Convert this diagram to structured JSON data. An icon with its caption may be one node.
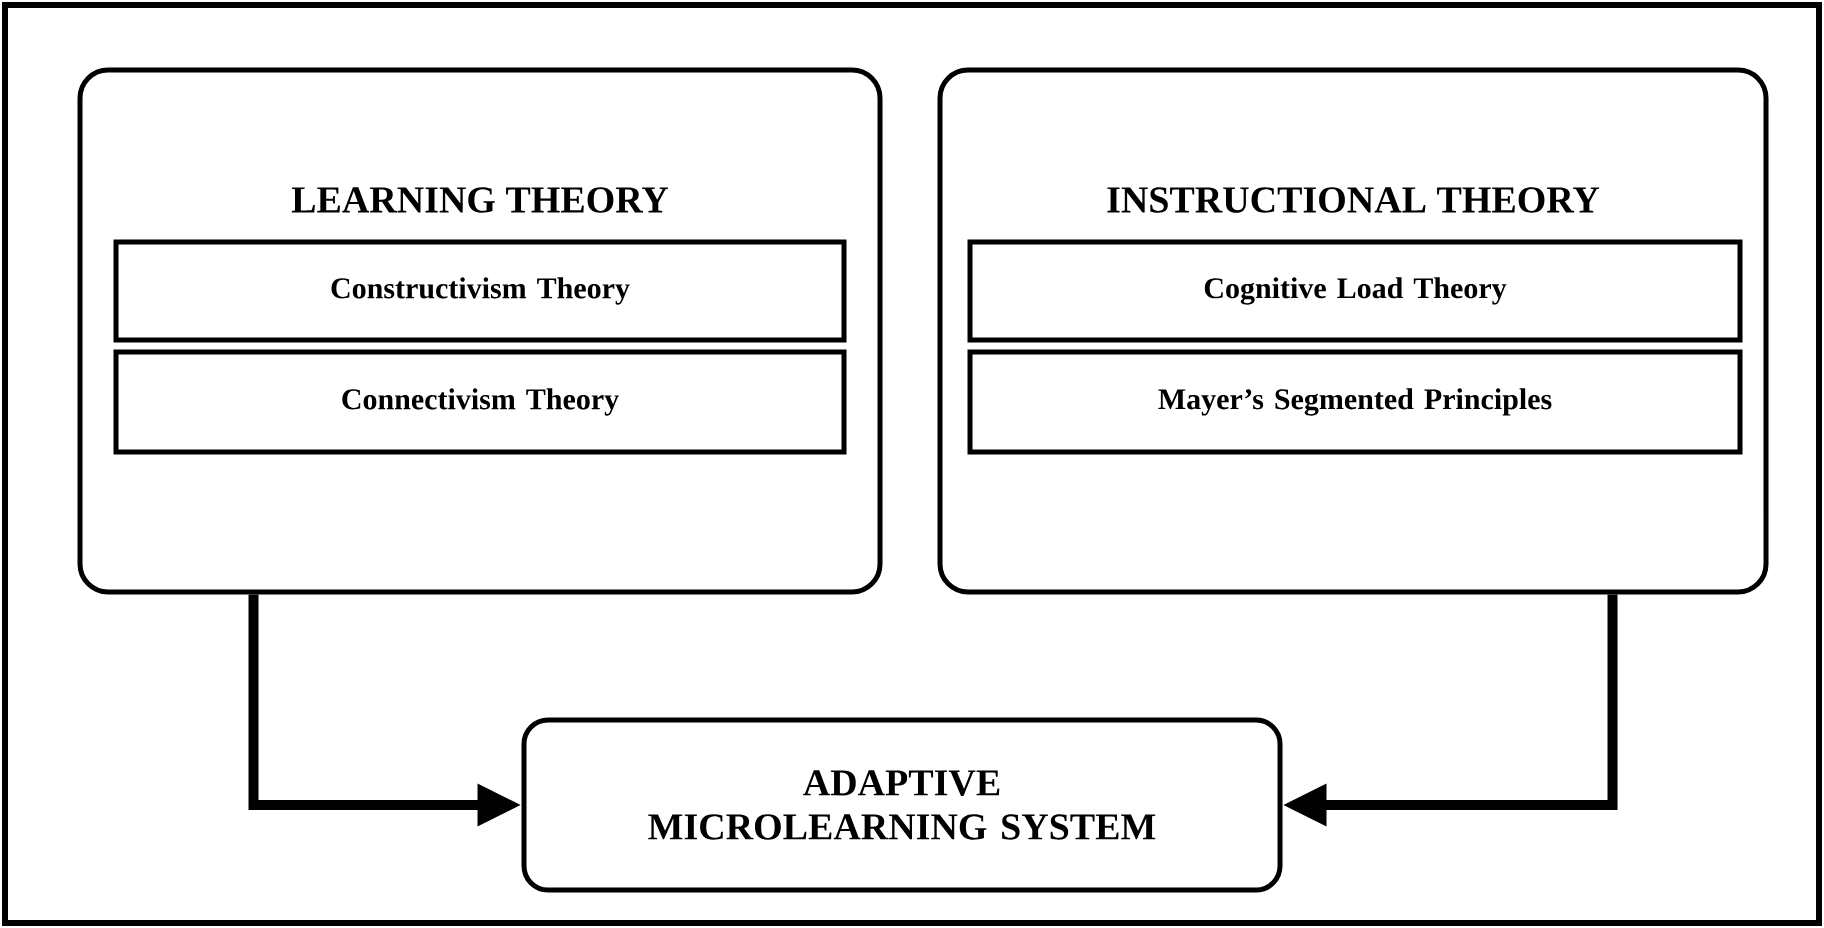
{
  "diagram": {
    "nodes": [
      {
        "text": [
          "LEARNING THEORY"
        ]
      },
      {
        "text": [
          "Constructivism Theory"
        ],
        "in": 0
      },
      {
        "text": [
          "Connectivism Theory"
        ],
        "in": 0
      },
      {
        "text": [
          "INSTRUCTIONAL THEORY"
        ]
      },
      {
        "text": [
          "Cognitive Load Theory"
        ],
        "in": 3
      },
      {
        "text": [
          "Mayer’s Segmented Principles"
        ],
        "in": 3
      },
      {
        "text": [
          "ADAPTIVE MICROLEARNING SYSTEM"
        ]
      }
    ],
    "edges": [
      {
        "from": 0,
        "to": 6,
        "arrow": "to"
      },
      {
        "from": 3,
        "to": 6,
        "arrow": "to"
      }
    ]
  }
}
